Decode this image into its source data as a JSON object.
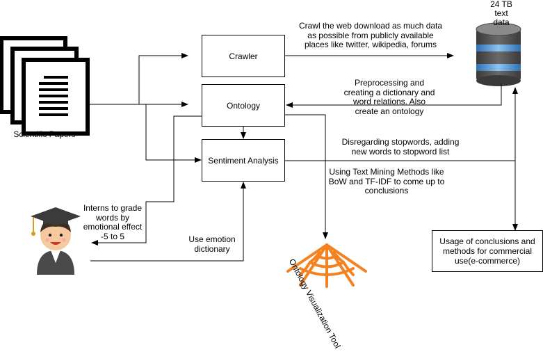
{
  "nodes": {
    "papers": "Scientific Papers",
    "crawler": "Crawler",
    "ontology": "Ontology",
    "sentiment": "Sentiment Analysis",
    "database": "24 TB\ntext\ndata",
    "conclusions": "Usage of conclusions and methods for commercial use(e-commerce)",
    "viz_tool": "Ontology Visualization Tool"
  },
  "edges": {
    "crawl": "Crawl the web download as much data\nas possible from publicly available\nplaces like twitter, wikipedia, forums",
    "preprocess": "Preprocessing and\ncreating a dictionary and\nword relations. Also\ncreate an ontology",
    "stopwords": "Disregarding stopwords, adding\nnew words to stopword list",
    "mining": "Using Text Mining Methods like\nBoW and TF-IDF to come up to\nconclusions",
    "interns": "Interns to grade\nwords by\nemotional effect\n-5 to 5",
    "emotion_dict": "Use emotion\ndictionary"
  },
  "icons": {
    "papers": "document-stack-icon",
    "database": "database-icon",
    "graduate": "graduate-student-icon",
    "web": "spider-web-icon"
  },
  "colors": {
    "web": "#f58220",
    "db_body": "#555555",
    "db_band": "#4a86c7"
  }
}
